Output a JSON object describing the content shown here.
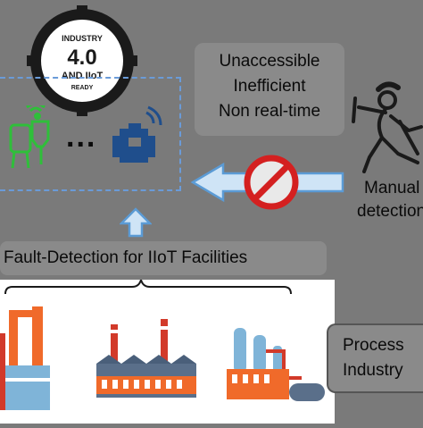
{
  "badge": {
    "line1": "INDUSTRY",
    "line2": "4.0",
    "line3": "AND IIoT",
    "line4": "READY"
  },
  "devices": {
    "ellipsis": "..."
  },
  "issues": {
    "line1": "Unaccessible",
    "line2": "Inefficient",
    "line3": "Non real-time"
  },
  "manual": {
    "line1": "Manual",
    "line2": "detection"
  },
  "fault_label": "Fault-Detection for IIoT Facilities",
  "process": {
    "line1": "Process",
    "line2": "Industry"
  },
  "colors": {
    "background": "#7a7a7a",
    "dashed_border": "#6a9bd8",
    "arrow_fill": "#cfe4f6",
    "arrow_stroke": "#5b9bd5",
    "prohibit_red": "#d42020",
    "device_green": "#2fbf3a",
    "engine_blue": "#1f4e8c",
    "factory_orange": "#f06a2a",
    "factory_blue": "#7fb4d8"
  }
}
